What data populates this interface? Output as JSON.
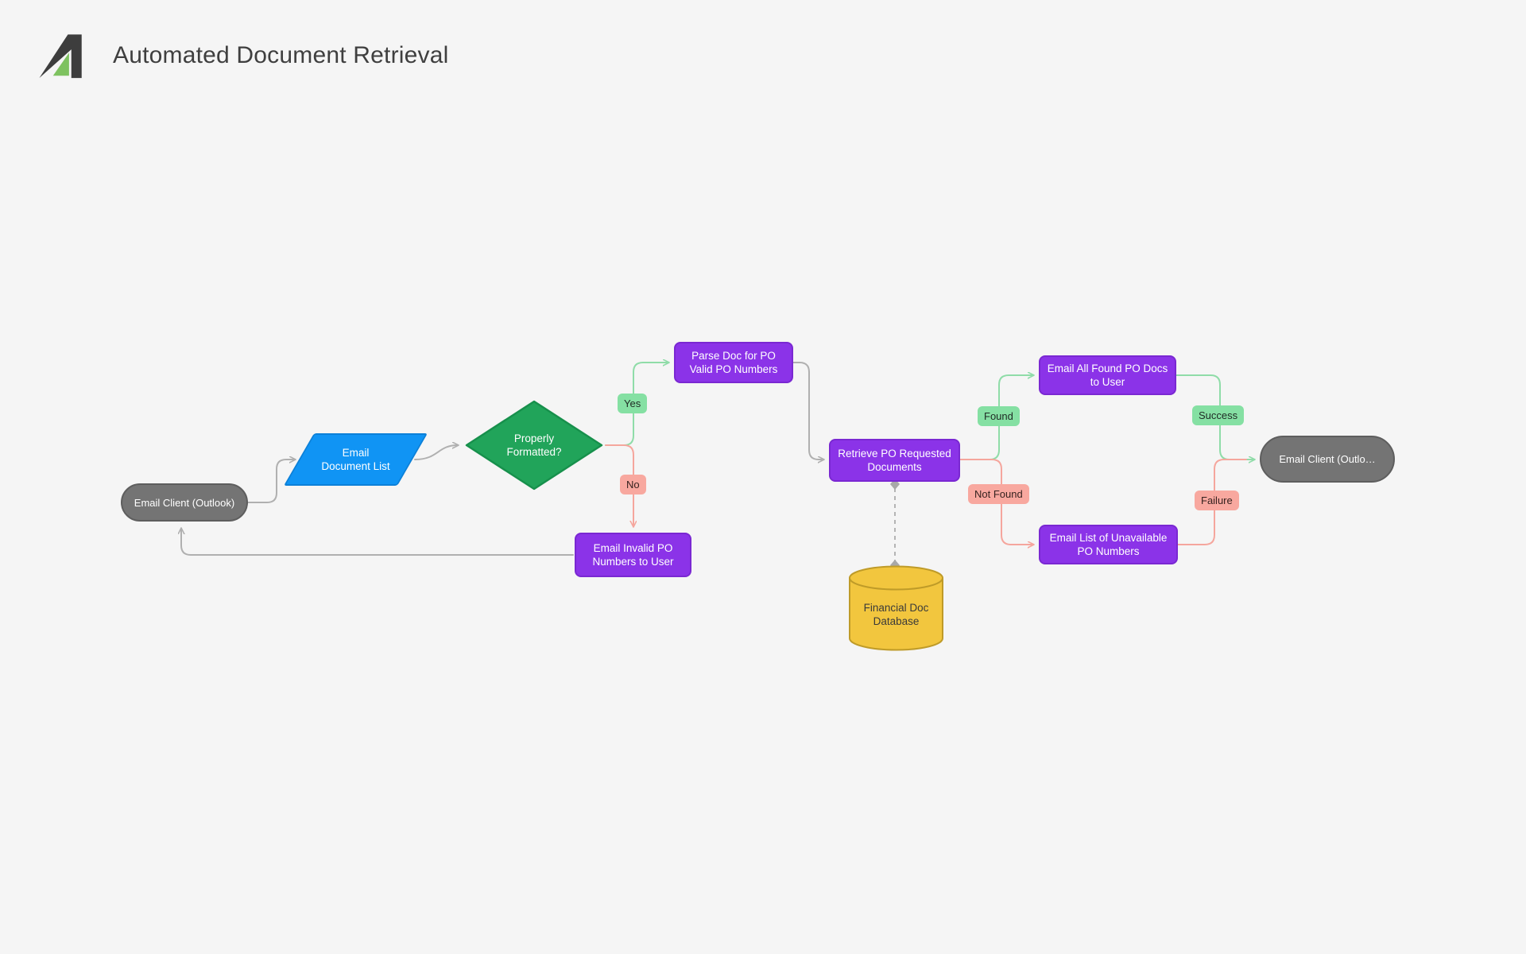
{
  "header": {
    "title": "Automated Document Retrieval"
  },
  "flowchart": {
    "nodes": [
      {
        "id": "email-client-outlook",
        "type": "terminal-stadium",
        "label": "Email Client (Outlook)"
      },
      {
        "id": "email-document-list",
        "type": "io-parallelogram",
        "label": "Email\nDocument List"
      },
      {
        "id": "properly-formatted",
        "type": "decision-diamond",
        "label": "Properly\nFormatted?"
      },
      {
        "id": "parse-doc-for-po",
        "type": "process",
        "label": "Parse Doc for PO\nValid PO Numbers"
      },
      {
        "id": "email-invalid-po",
        "type": "process",
        "label": "Email Invalid PO\nNumbers to User"
      },
      {
        "id": "retrieve-po-docs",
        "type": "process",
        "label": "Retrieve PO Requested\nDocuments"
      },
      {
        "id": "financial-doc-database",
        "type": "database-cylinder",
        "label": "Financial Doc\nDatabase"
      },
      {
        "id": "email-all-found-docs",
        "type": "process",
        "label": "Email All Found PO Docs\nto User"
      },
      {
        "id": "email-unavailable-list",
        "type": "process",
        "label": "Email List of Unavailable\nPO Numbers"
      },
      {
        "id": "email-client-outlook-end",
        "type": "terminal-stadium",
        "label": "Email Client (Outlo…"
      }
    ],
    "edge_labels": [
      {
        "id": "yes",
        "text": "Yes",
        "tone": "positive"
      },
      {
        "id": "no",
        "text": "No",
        "tone": "negative"
      },
      {
        "id": "found",
        "text": "Found",
        "tone": "positive"
      },
      {
        "id": "not-found",
        "text": "Not Found",
        "tone": "negative"
      },
      {
        "id": "success",
        "text": "Success",
        "tone": "positive"
      },
      {
        "id": "failure",
        "text": "Failure",
        "tone": "negative"
      }
    ],
    "colors": {
      "background": "#f5f5f5",
      "process_fill": "#8b33e8",
      "process_border": "#7a28d2",
      "decision_fill": "#21a45a",
      "decision_border": "#17904c",
      "io_fill": "#1094f4",
      "io_border": "#0c80d8",
      "terminal_fill": "#747474",
      "terminal_border": "#5e5e5e",
      "database_fill": "#f2c63e",
      "database_border": "#bf9b28",
      "label_positive_bg": "#85e0a3",
      "label_negative_bg": "#f8a89f",
      "edge_gray": "#b0b0b0",
      "edge_green": "#8fdca8",
      "edge_red": "#f5a69d",
      "logo_dark": "#3d3d3d",
      "logo_green": "#7ec260"
    }
  }
}
